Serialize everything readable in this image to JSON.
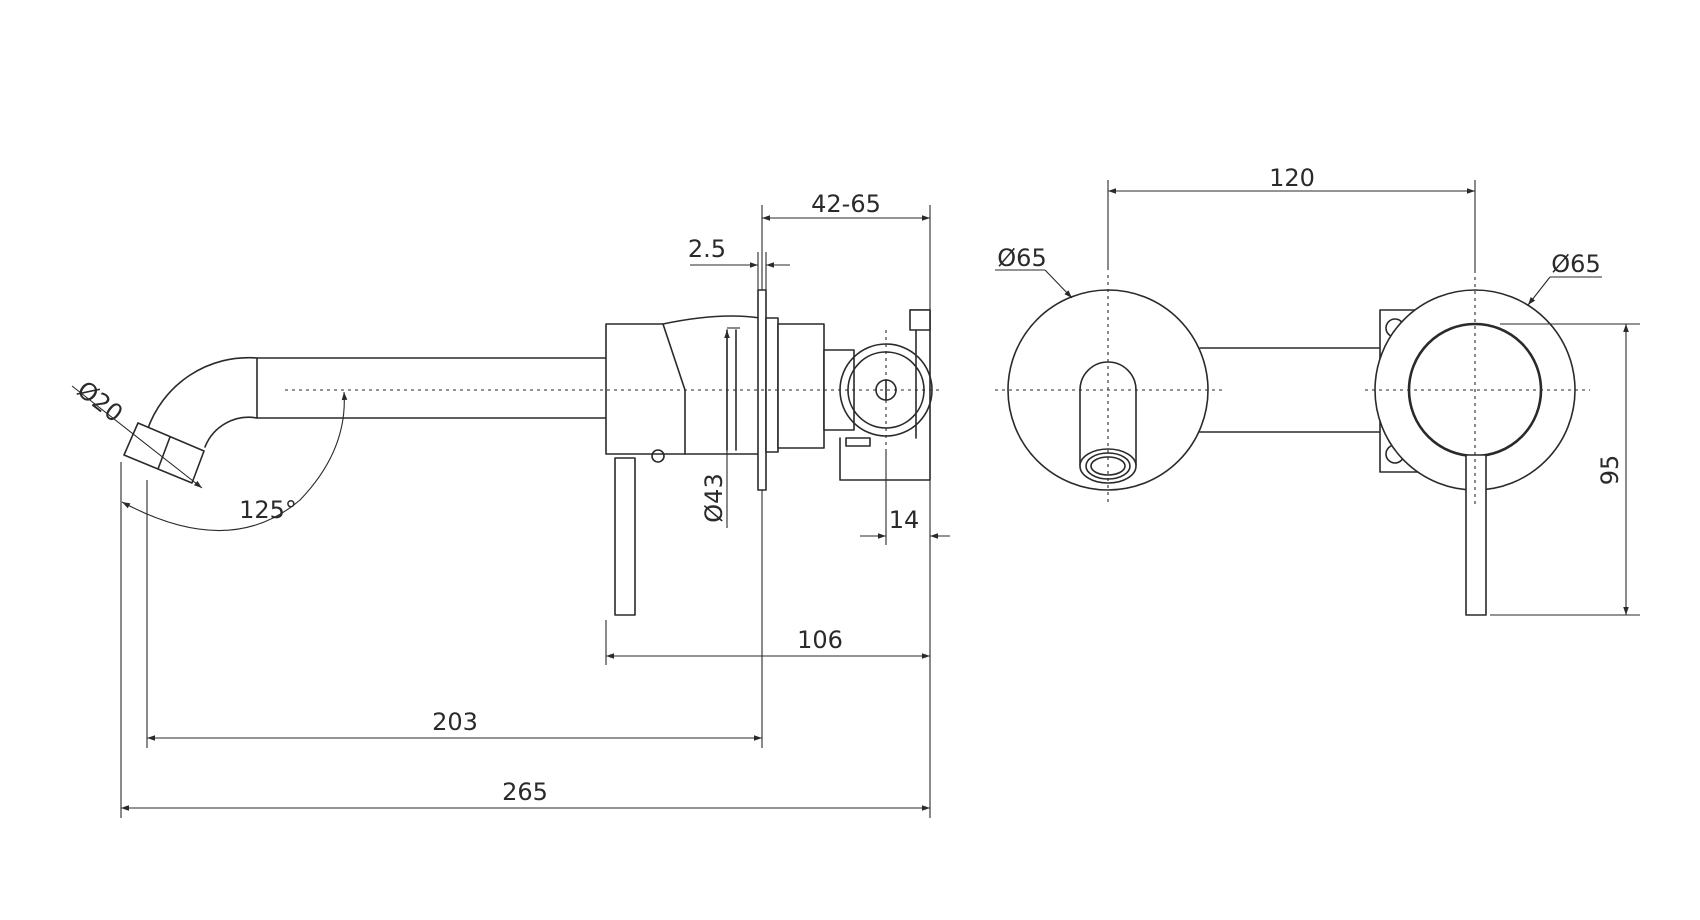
{
  "side_view": {
    "dim_overall": "265",
    "dim_spout_reach": "203",
    "dim_body_depth": "106",
    "dim_wall_range": "42-65",
    "dim_plate_thickness": "2.5",
    "dim_spout_diameter": "Ø20",
    "dim_angle": "125°",
    "dim_plate_diameter": "Ø43",
    "dim_rear_offset": "14"
  },
  "front_view": {
    "dim_centers": "120",
    "dim_left_plate": "Ø65",
    "dim_right_plate": "Ø65",
    "dim_height": "95"
  },
  "colors": {
    "line": "#2a2a2a",
    "background": "#ffffff"
  }
}
